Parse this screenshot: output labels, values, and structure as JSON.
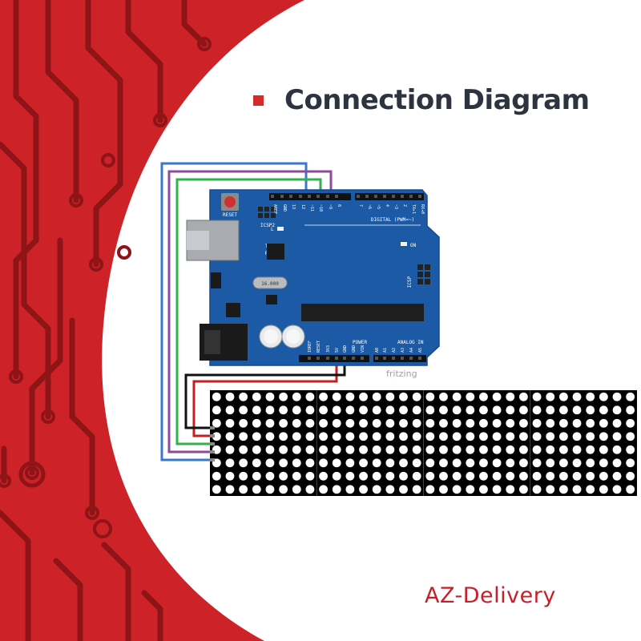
{
  "title": "Connection Diagram",
  "brand": "AZ-Delivery",
  "colors": {
    "brand_red": "#cc2228",
    "circuit_dark": "#8e1418",
    "board_blue": "#1d5aa6",
    "wire_blue": "#3a78c8",
    "wire_purple": "#8e4a9c",
    "wire_green": "#2fb34a",
    "wire_red": "#c81e1e",
    "wire_black": "#111111"
  },
  "board": {
    "reset_label": "RESET",
    "icsp2_label": "ICSP2",
    "icsp_label": "ICSP",
    "led_l": "L",
    "led_tx": "TX",
    "led_rx": "RX",
    "on_label": "ON",
    "crystal_label": "16.000",
    "digital_label": "DIGITAL (PWM=~)",
    "power_label": "POWER",
    "analog_label": "ANALOG IN",
    "top_pins": [
      "AREF",
      "GND",
      "13",
      "12",
      "~11",
      "~10",
      "~9",
      "8",
      "7",
      "~6",
      "~5",
      "4",
      "~3",
      "2",
      "TX▸1",
      "RX◂0"
    ],
    "bottom_pins": [
      "IOREF",
      "RESET",
      "3V3",
      "5V",
      "GND",
      "GND",
      "VIN",
      "A0",
      "A1",
      "A2",
      "A3",
      "A4",
      "A5"
    ]
  },
  "watermark": "fritzing",
  "matrix": {
    "rows": 8,
    "cols": 32,
    "modules": 4
  }
}
